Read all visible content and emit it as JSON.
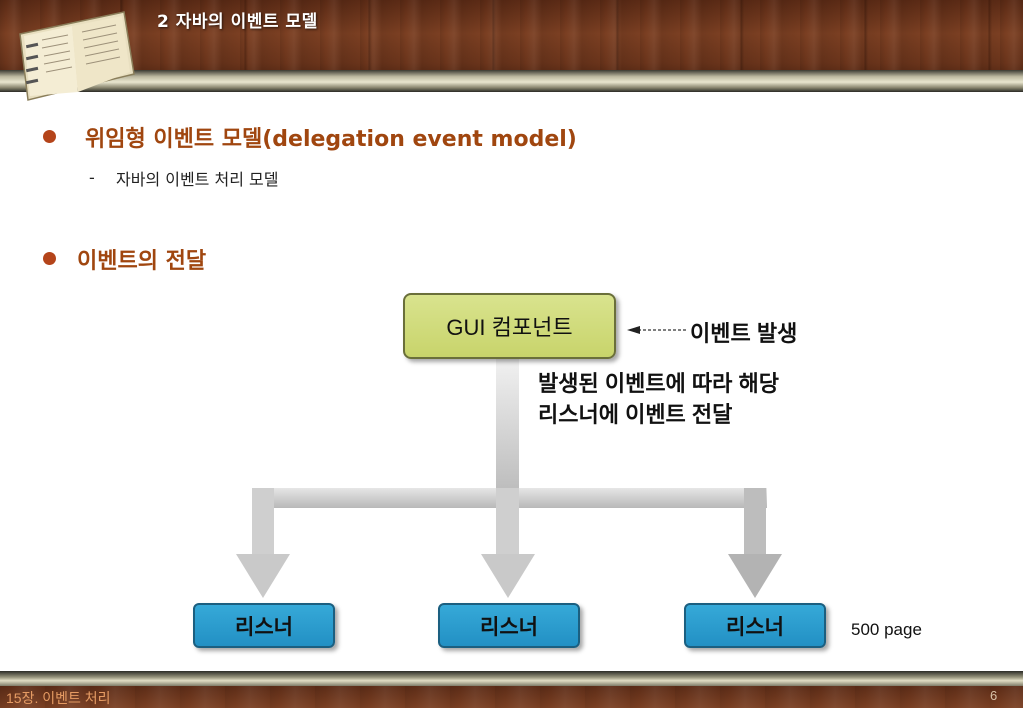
{
  "header": {
    "title": "2 자바의 이벤트 모델"
  },
  "bullets": [
    {
      "text": "위임형 이벤트 모델(delegation event model)",
      "sub": "자바의 이벤트 처리 모델",
      "dash": "-"
    },
    {
      "text": "이벤트의 전달"
    }
  ],
  "diagram": {
    "source": "GUI 컴포넌트",
    "event_label": "이벤트 발생",
    "description_line1": "발생된 이벤트에 따라 해당",
    "description_line2": "리스너에 이벤트 전달",
    "listeners": [
      "리스너",
      "리스너",
      "리스너"
    ],
    "page_note": "500 page",
    "colors": {
      "source_box": "#c8d46b",
      "listener_box": "#2290c4",
      "arrow": "#c9c9c9"
    }
  },
  "footer": {
    "chapter": "15장. 이벤트 처리",
    "page_number": "6"
  }
}
